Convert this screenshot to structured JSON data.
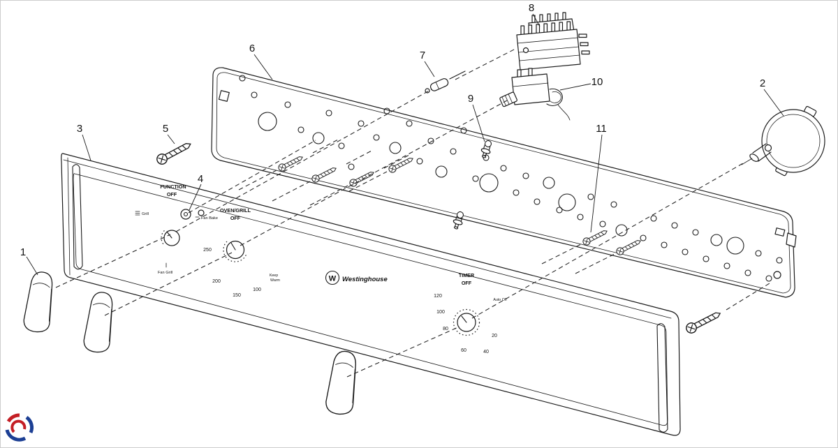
{
  "diagram": {
    "callouts": [
      "1",
      "2",
      "3",
      "4",
      "5",
      "6",
      "7",
      "8",
      "9",
      "10",
      "11"
    ],
    "panel": {
      "function": {
        "title": "FUNCTION",
        "off": "OFF",
        "grill": "Grill",
        "fan_bake": "Fan Bake",
        "fan_grill": "Fan Grill"
      },
      "oven": {
        "title": "OVEN/GRILL",
        "off": "OFF",
        "t250": "250",
        "t200": "200",
        "t150": "150",
        "t100": "100",
        "keep": "Keep",
        "warm": "Warm"
      },
      "brand": {
        "w": "W",
        "name": "Westinghouse"
      },
      "timer": {
        "title": "TIMER",
        "off": "OFF",
        "n120": "120",
        "n100": "100",
        "n80": "80",
        "n60": "60",
        "n40": "40",
        "n20": "20",
        "auto_off": "Auto Off"
      }
    },
    "colors": {
      "line": "#1a1a1a",
      "watermark_blue": "#1c3f94",
      "watermark_red": "#c41e25"
    }
  }
}
